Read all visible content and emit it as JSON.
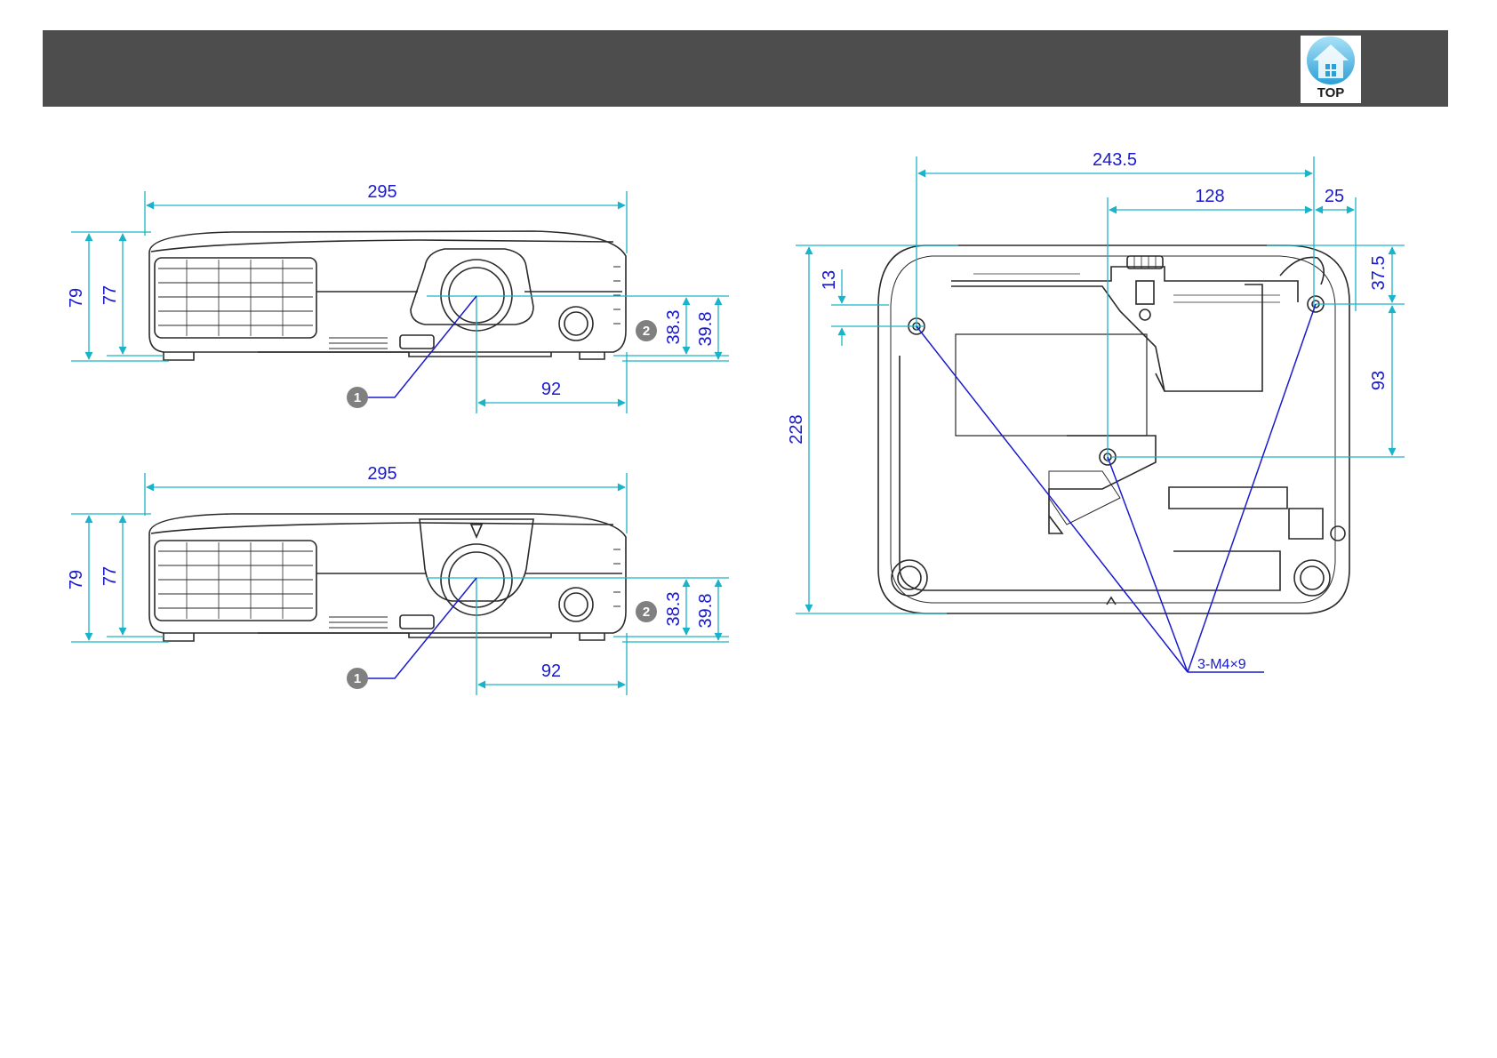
{
  "header": {
    "top_label": "TOP"
  },
  "colors": {
    "dimension": "#1bb3c7",
    "callout": "#1a1acc",
    "dim_text": "#1a1acc",
    "outline": "#2a2a2a",
    "header_bg": "#4d4d4d"
  },
  "front_view_1": {
    "width": "295",
    "height_total": "79",
    "height_body": "77",
    "lens_height": "38.3",
    "lens_height_total": "39.8",
    "lens_offset": "92",
    "callout_1": "1",
    "callout_2": "2"
  },
  "front_view_2": {
    "width": "295",
    "height_total": "79",
    "height_body": "77",
    "lens_height": "38.3",
    "lens_height_total": "39.8",
    "lens_offset": "92",
    "callout_1": "1",
    "callout_2": "2"
  },
  "bottom_view": {
    "hole_span": "243.5",
    "center_offset": "128",
    "edge_offset": "25",
    "depth": "228",
    "hole_offset": "13",
    "top_hole_offset": "37.5",
    "hole_spacing": "93",
    "screw_label": "3-M4×9"
  }
}
